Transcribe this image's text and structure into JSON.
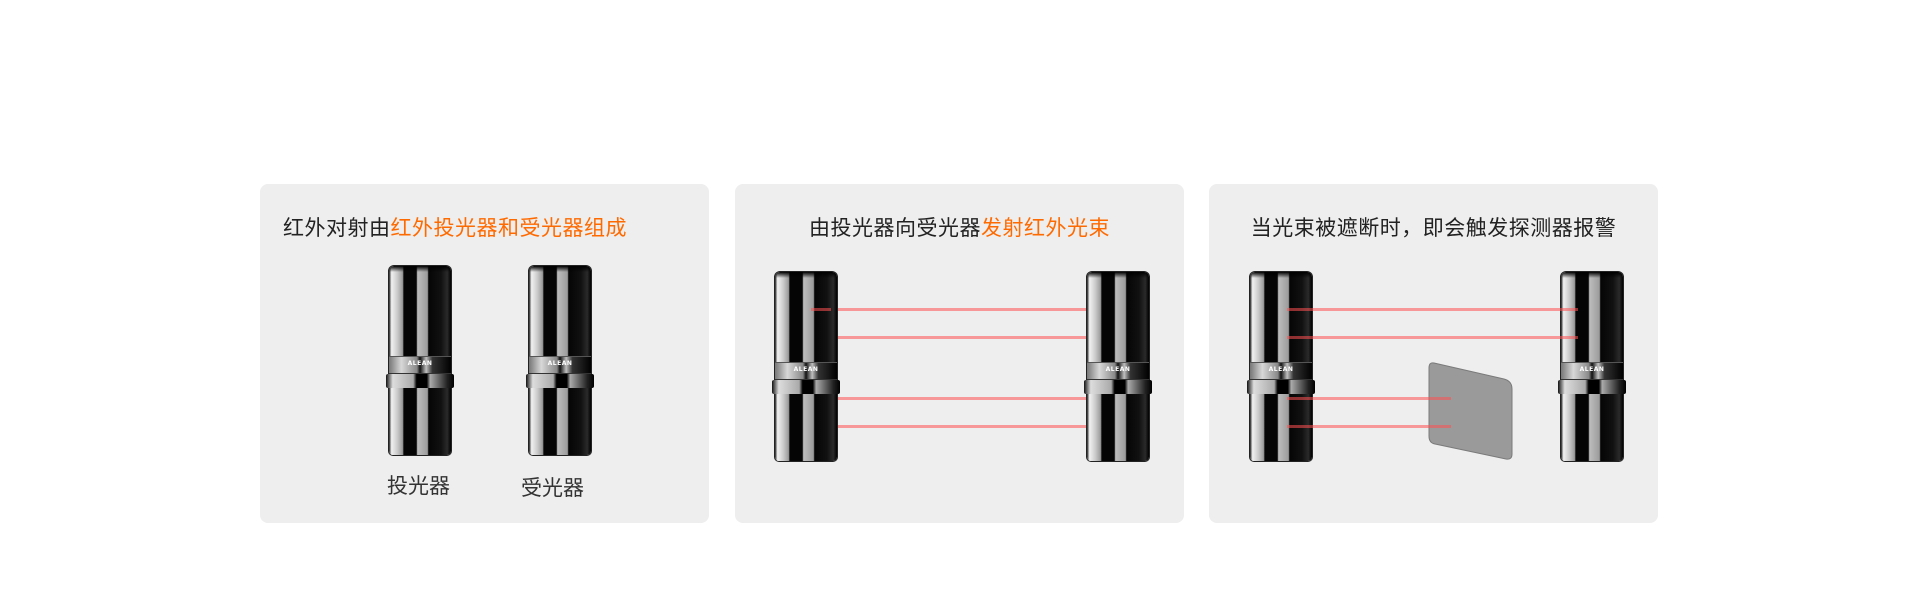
{
  "cards": [
    {
      "title_plain": "红外对射由",
      "title_highlight": "红外投光器和受光器组成",
      "labels": [
        "投光器",
        "受光器"
      ]
    },
    {
      "title_plain": "由投光器向受光器",
      "title_highlight": "发射红外光束"
    },
    {
      "title_plain": "当光束被遮断时，即会触发探测器报警"
    }
  ],
  "device_logo": "ALEAN",
  "colors": {
    "highlight": "#ff6a00",
    "card_bg": "#eeeeee",
    "beam": "#ff5050",
    "blocker": "#9a9a9a"
  }
}
